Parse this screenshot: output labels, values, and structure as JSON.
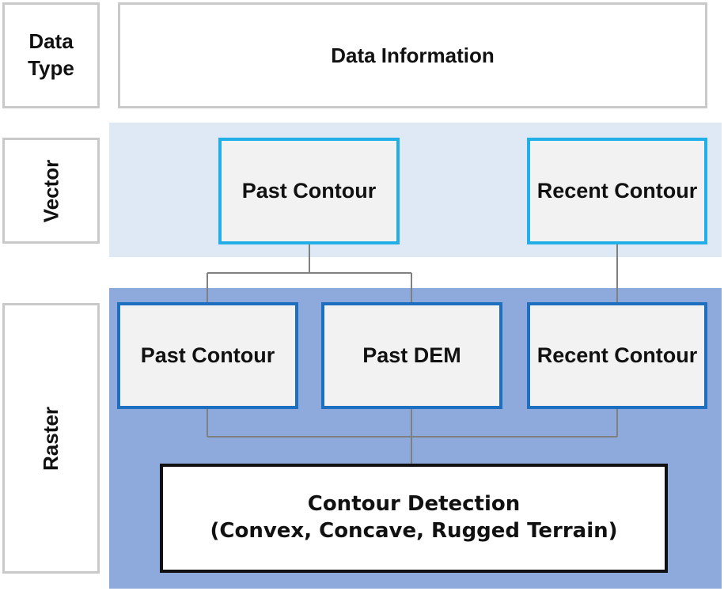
{
  "header": {
    "data_type_line1": "Data",
    "data_type_line2": "Type",
    "data_information": "Data Information"
  },
  "rows": {
    "vector": "Vector",
    "raster": "Raster"
  },
  "vector_nodes": {
    "past_contour": "Past Contour",
    "recent_contour": "Recent Contour"
  },
  "raster_nodes": {
    "past_contour": "Past Contour",
    "past_dem": "Past DEM",
    "recent_contour": "Recent Contour"
  },
  "result": {
    "line1": "Contour Detection",
    "line2": "(Convex, Concave, Rugged Terrain)"
  },
  "colors": {
    "vector_band": "#dfe9f5",
    "raster_band": "#8eaadc",
    "vector_node_border": "#22aee6",
    "raster_node_border": "#1f6fc0"
  }
}
